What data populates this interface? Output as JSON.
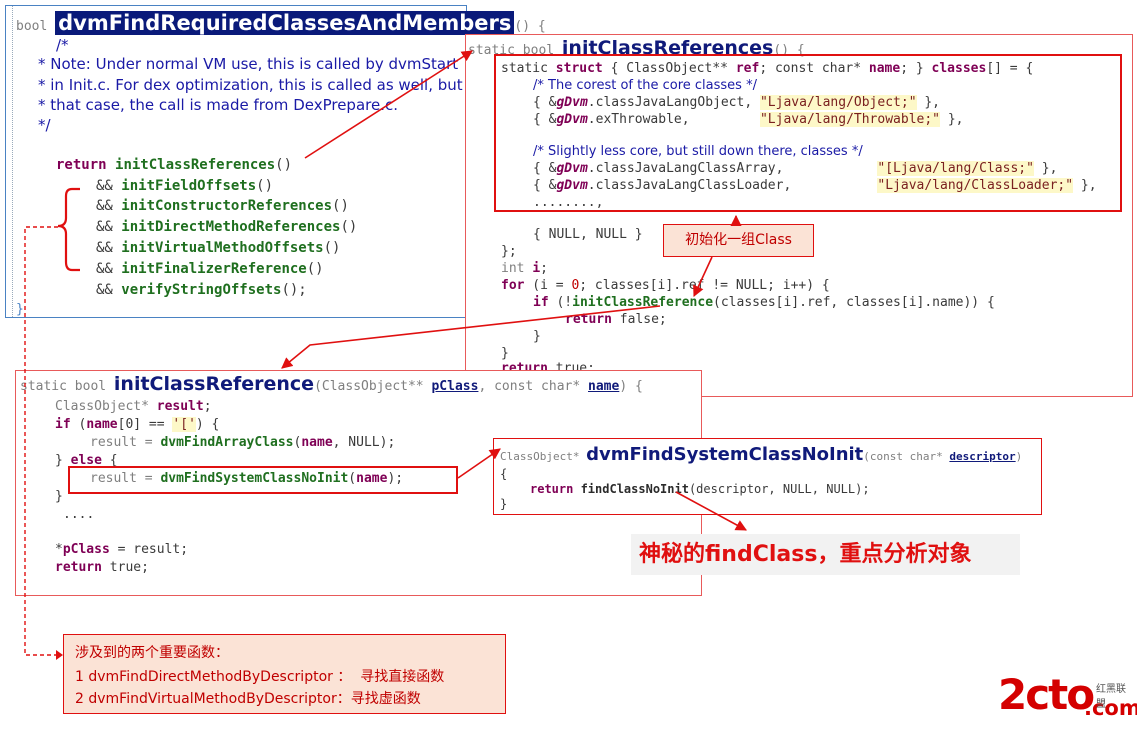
{
  "panel1": {
    "l1": [
      "bool ",
      "dvmFindRequiredClassesAndMembers",
      "() {"
    ],
    "c1": "/*",
    "c2": "* Note: Under normal VM use, this is called by dvmStart",
    "c3": "* in Init.c. For dex optimization, this is called as well, but",
    "c4": "* that case, the call is made from DexPrepare.c.",
    "c5": "*/",
    "r1": [
      "return ",
      "initClassReferences",
      "()"
    ],
    "r2": [
      "&& ",
      "initFieldOffsets",
      "()"
    ],
    "r3": [
      "&& ",
      "initConstructorReferences",
      "()"
    ],
    "r4": [
      "&& ",
      "initDirectMethodReferences",
      "()"
    ],
    "r5": [
      "&& ",
      "initVirtualMethodOffsets",
      "()"
    ],
    "r6": [
      "&& ",
      "initFinalizerReference",
      "()"
    ],
    "r7": [
      "&& ",
      "verifyStringOffsets",
      "();"
    ],
    "close": "}"
  },
  "panel2": {
    "head": [
      "static bool ",
      "initClassReferences",
      "() {"
    ],
    "s1": [
      "static ",
      "struct",
      " { ClassObject** ",
      "ref",
      "; const char* ",
      "name",
      "; } ",
      "classes",
      "[] = {"
    ],
    "s2": "/* The corest of the core classes */",
    "s3": [
      "{ &",
      "gDvm",
      ".classJavaLangObject, ",
      "\"Ljava/lang/Object;\"",
      " },"
    ],
    "s4": [
      "{ &",
      "gDvm",
      ".exThrowable,         ",
      "\"Ljava/lang/Throwable;\"",
      " },"
    ],
    "s5": "/* Slightly less core, but still down there, classes */",
    "s6": [
      "{ &",
      "gDvm",
      ".classJavaLangClassArray,            ",
      "\"[Ljava/lang/Class;\"",
      " },"
    ],
    "s7": [
      "{ &",
      "gDvm",
      ".classJavaLangClassLoader,           ",
      "\"Ljava/lang/ClassLoader;\"",
      " },"
    ],
    "s8": "........,",
    "t1": "{ NULL, NULL }",
    "t2": "};",
    "t3": [
      "int ",
      "i",
      ";"
    ],
    "t4": [
      "for",
      " (i = ",
      "0",
      "; classes[i].ref != NULL; i++) {"
    ],
    "t5": [
      "if",
      " (!",
      "initClassReference",
      "(classes[i].ref, classes[i].name)) {"
    ],
    "t6": [
      "return ",
      "false;"
    ],
    "t7": "}",
    "t8": "}",
    "t9": [
      "return ",
      "true;"
    ]
  },
  "panel3": {
    "head": [
      "static bool ",
      "initClassReference",
      "(ClassObject** ",
      "pClass",
      ", const char* ",
      "name",
      ") {"
    ],
    "l1": [
      "ClassObject* ",
      "result",
      ";"
    ],
    "l2": [
      "if",
      " (",
      "name",
      "[0] == ",
      "'['",
      ") {"
    ],
    "l3": [
      "result = ",
      "dvmFindArrayClass",
      "(",
      "name",
      ", NULL);"
    ],
    "l4": [
      "} ",
      "else",
      " {"
    ],
    "l5": [
      "result = ",
      "dvmFindSystemClassNoInit",
      "(",
      "name",
      ");"
    ],
    "l6": "}",
    "l7": "....",
    "l8": [
      "*",
      "pClass",
      " = result;"
    ],
    "l9": [
      "return ",
      "true;"
    ]
  },
  "panel4": {
    "head": [
      "ClassObject* ",
      "dvmFindSystemClassNoInit",
      "(const char* ",
      "descriptor",
      ")"
    ],
    "l1": "{",
    "l2": [
      "return ",
      "findClassNoInit",
      "(descriptor, NULL, NULL);"
    ],
    "l3": "}"
  },
  "callouts": {
    "init_group": "初始化一组Class",
    "mystery": "神秘的findClass，重点分析对象",
    "note_title": "涉及到的两个重要函数：",
    "note_l1": "1 dvmFindDirectMethodByDescriptor ：  寻找直接函数",
    "note_l2": "2 dvmFindVirtualMethodByDescriptor：寻找虚函数"
  },
  "watermark": {
    "main": "2cto",
    "suffix": ".com",
    "tag": "红黑联盟"
  },
  "colors": {
    "accent_red": "#e01010",
    "panel_blue": "#4a82c3",
    "callout_bg": "#fbe3d6",
    "mystery_bg": "#f2f2f2"
  }
}
